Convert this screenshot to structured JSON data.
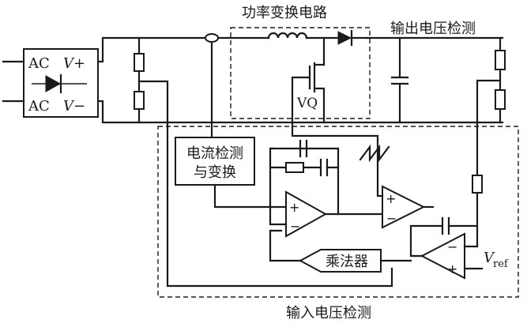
{
  "labels": {
    "pfc_block": "功率变换电路",
    "output_detect": "输出电压检测",
    "input_detect": "输入电压检测",
    "current_detect_line1": "电流检测",
    "current_detect_line2": "与变换",
    "multiplier": "乘法器",
    "switch": "VQ",
    "rect_ac_top": "AC",
    "rect_v_top": "V+",
    "rect_ac_bottom": "AC",
    "rect_v_bottom": "V−",
    "vref_main": "V",
    "vref_sub": "ref",
    "opamp_plus": "+",
    "opamp_minus": "−"
  }
}
